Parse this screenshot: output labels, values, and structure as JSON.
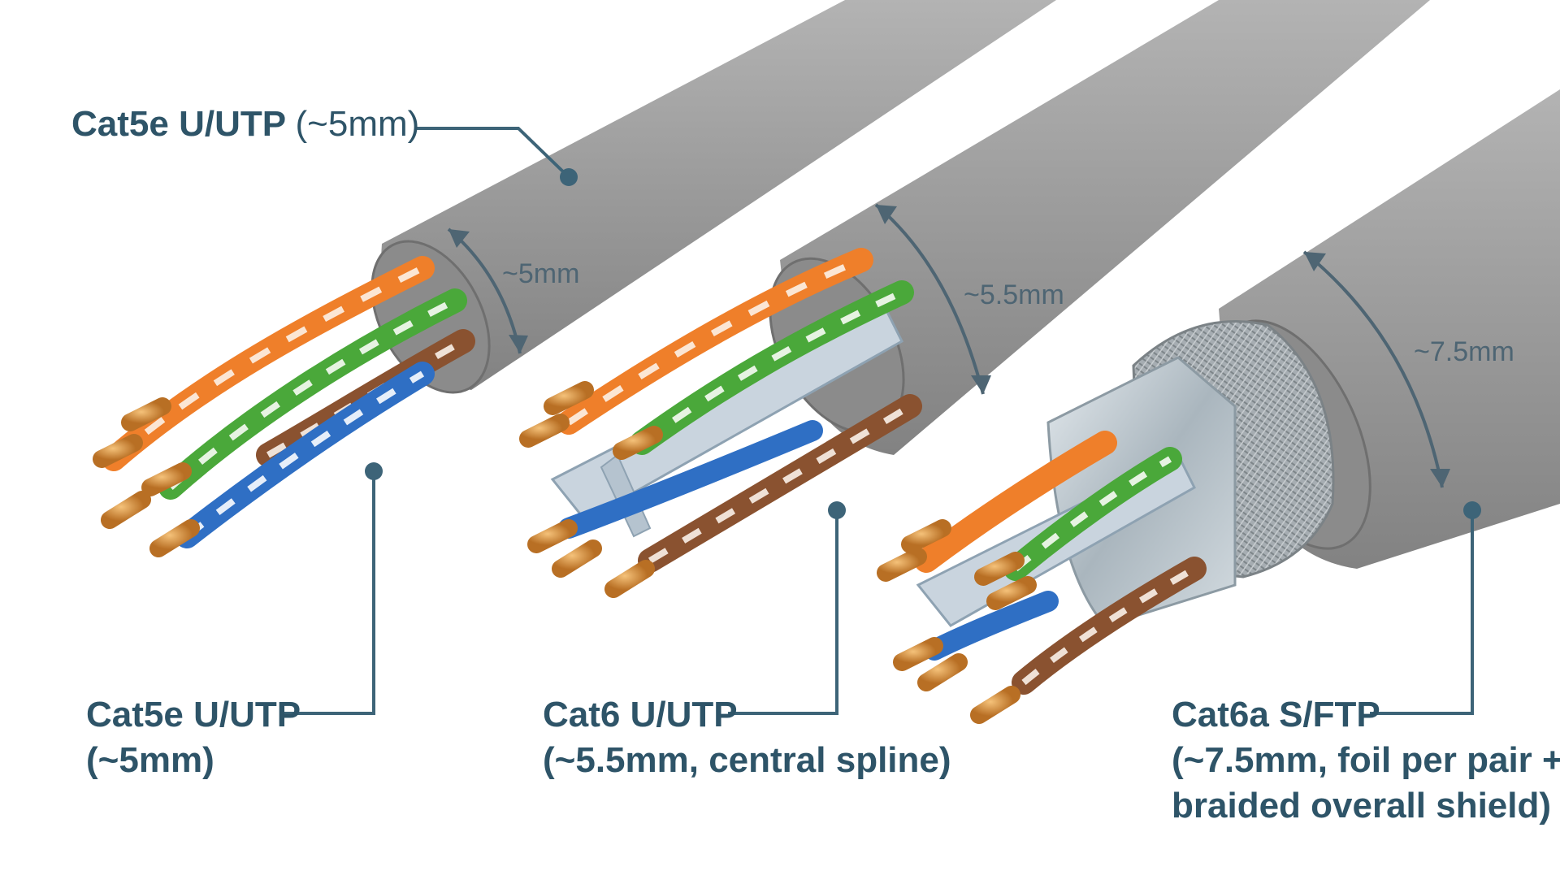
{
  "callout_top": {
    "title": "Cat5e U/UTP",
    "subtitle": "(~5mm)"
  },
  "dimensions": {
    "cat5e": "~5mm",
    "cat6": "~5.5mm",
    "cat6a": "~7.5mm"
  },
  "labels": {
    "cat5e": {
      "line1": "Cat5e U/UTP",
      "line2": "(~5mm)"
    },
    "cat6": {
      "line1": "Cat6 U/UTP",
      "line2": "(~5.5mm, central spline)"
    },
    "cat6a": {
      "line1": "Cat6a S/FTP",
      "line2": "(~7.5mm, foil per pair +",
      "line3": "braided overall shield)"
    }
  },
  "colors": {
    "jacket": "#9a9a9a",
    "label": "#2e5468",
    "leader": "#3d6478",
    "pair_orange": "#ef7f2a",
    "pair_green": "#4aa83a",
    "pair_blue": "#2f6fc4",
    "pair_brown": "#8a5230",
    "copper": "#d9913e",
    "spline": "#c9d4de",
    "foil": "#b8c4cc",
    "braid": "#9ea5aa"
  }
}
